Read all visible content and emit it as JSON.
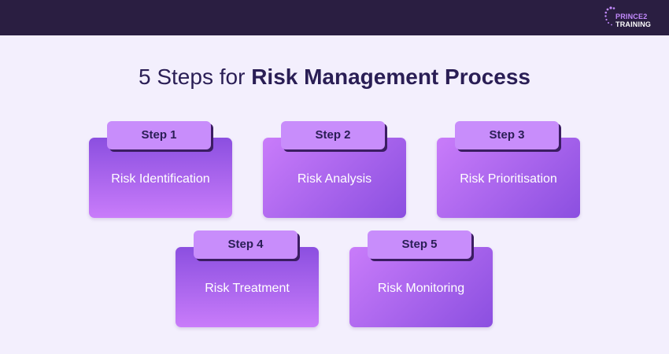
{
  "brand": {
    "line1": "PRINCE2",
    "line2": "TRAINING",
    "accent": "#c48bff",
    "bar_color": "#2a1e41"
  },
  "title": {
    "prefix": "5 Steps for ",
    "bold": "Risk Management Process"
  },
  "steps": [
    {
      "tab": "Step 1",
      "label": "Risk Identification"
    },
    {
      "tab": "Step 2",
      "label": "Risk Analysis"
    },
    {
      "tab": "Step 3",
      "label": "Risk Prioritisation"
    },
    {
      "tab": "Step 4",
      "label": "Risk Treatment"
    },
    {
      "tab": "Step 5",
      "label": "Risk Monitoring"
    }
  ],
  "colors": {
    "background": "#f3effd",
    "card_dark": "#8b4fe0",
    "card_light": "#c97cfa",
    "tab": "#c88dfb",
    "tab_shadow": "#3b1d62",
    "title_text": "#2a1e55"
  }
}
